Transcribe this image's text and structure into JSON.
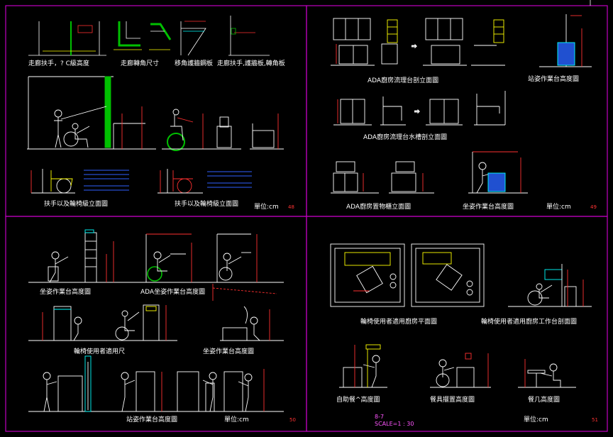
{
  "panels": {
    "tl": {
      "captions": [
        "走廊扶手，?  C級高度",
        "走廊轉角尺寸",
        "移角護牆鋼板",
        "走廊扶手,護牆板,轉角板",
        "扶手以及輪椅級立面圖",
        "扶手以及輪椅級立面圖"
      ],
      "unit": "單位:cm",
      "page": "48"
    },
    "tr": {
      "captions": [
        "ADA廚房流理台剖立面圖",
        "站姿作業台高度圖",
        "ADA廚房流理台水槽剖立面圖",
        "ADA廚房置物櫃立面圖",
        "坐姿作業台高度圖"
      ],
      "unit": "單位:cm",
      "page": "49"
    },
    "bl": {
      "captions": [
        "坐姿作業台高度圖",
        "ADA坐姿作業台高度圖",
        "輪椅使用者適用尺",
        "坐姿作業台高度圖",
        "站姿作業台高度圖"
      ],
      "unit": "單位:cm",
      "page": "50"
    },
    "br": {
      "captions": [
        "輪椅使用者適用廚房平面圖",
        "輪椅使用者適用廚房工作台剖面圖",
        "自助餐^高度圖",
        "餐具擺置高度圖",
        "餐几高度圖"
      ],
      "unit": "單位:cm",
      "page": "51",
      "sheet_no": "8-7",
      "scale": "SCALE=1 : 30"
    }
  },
  "colors": {
    "frame": "#c000c0",
    "line": "#ffffff",
    "accent_yellow": "#ffff00",
    "accent_green": "#00c000",
    "accent_cyan": "#00ffff",
    "dim_red": "#ff3030",
    "blue": "#3060ff"
  }
}
